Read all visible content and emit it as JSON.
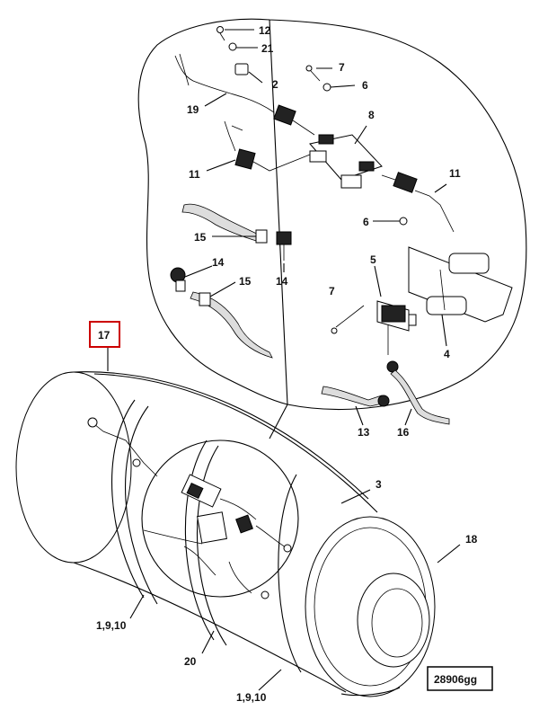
{
  "callouts": {
    "c12": "12",
    "c21": "21",
    "c2": "2",
    "c19": "19",
    "c7a": "7",
    "c6a": "6",
    "c8": "8",
    "c11a": "11",
    "c11b": "11",
    "c6b": "6",
    "c15a": "15",
    "c14a": "14",
    "c14b": "14",
    "c15b": "15",
    "c5": "5",
    "c7b": "7",
    "c4": "4",
    "c13": "13",
    "c16": "16",
    "c17": "17",
    "c3": "3",
    "c18": "18",
    "c1910a": "1,9,10",
    "c20": "20",
    "c1910b": "1,9,10"
  },
  "reference_code": "28906gg",
  "colors": {
    "line": "#000000",
    "highlight_box": "#cc0000",
    "background": "#ffffff"
  }
}
